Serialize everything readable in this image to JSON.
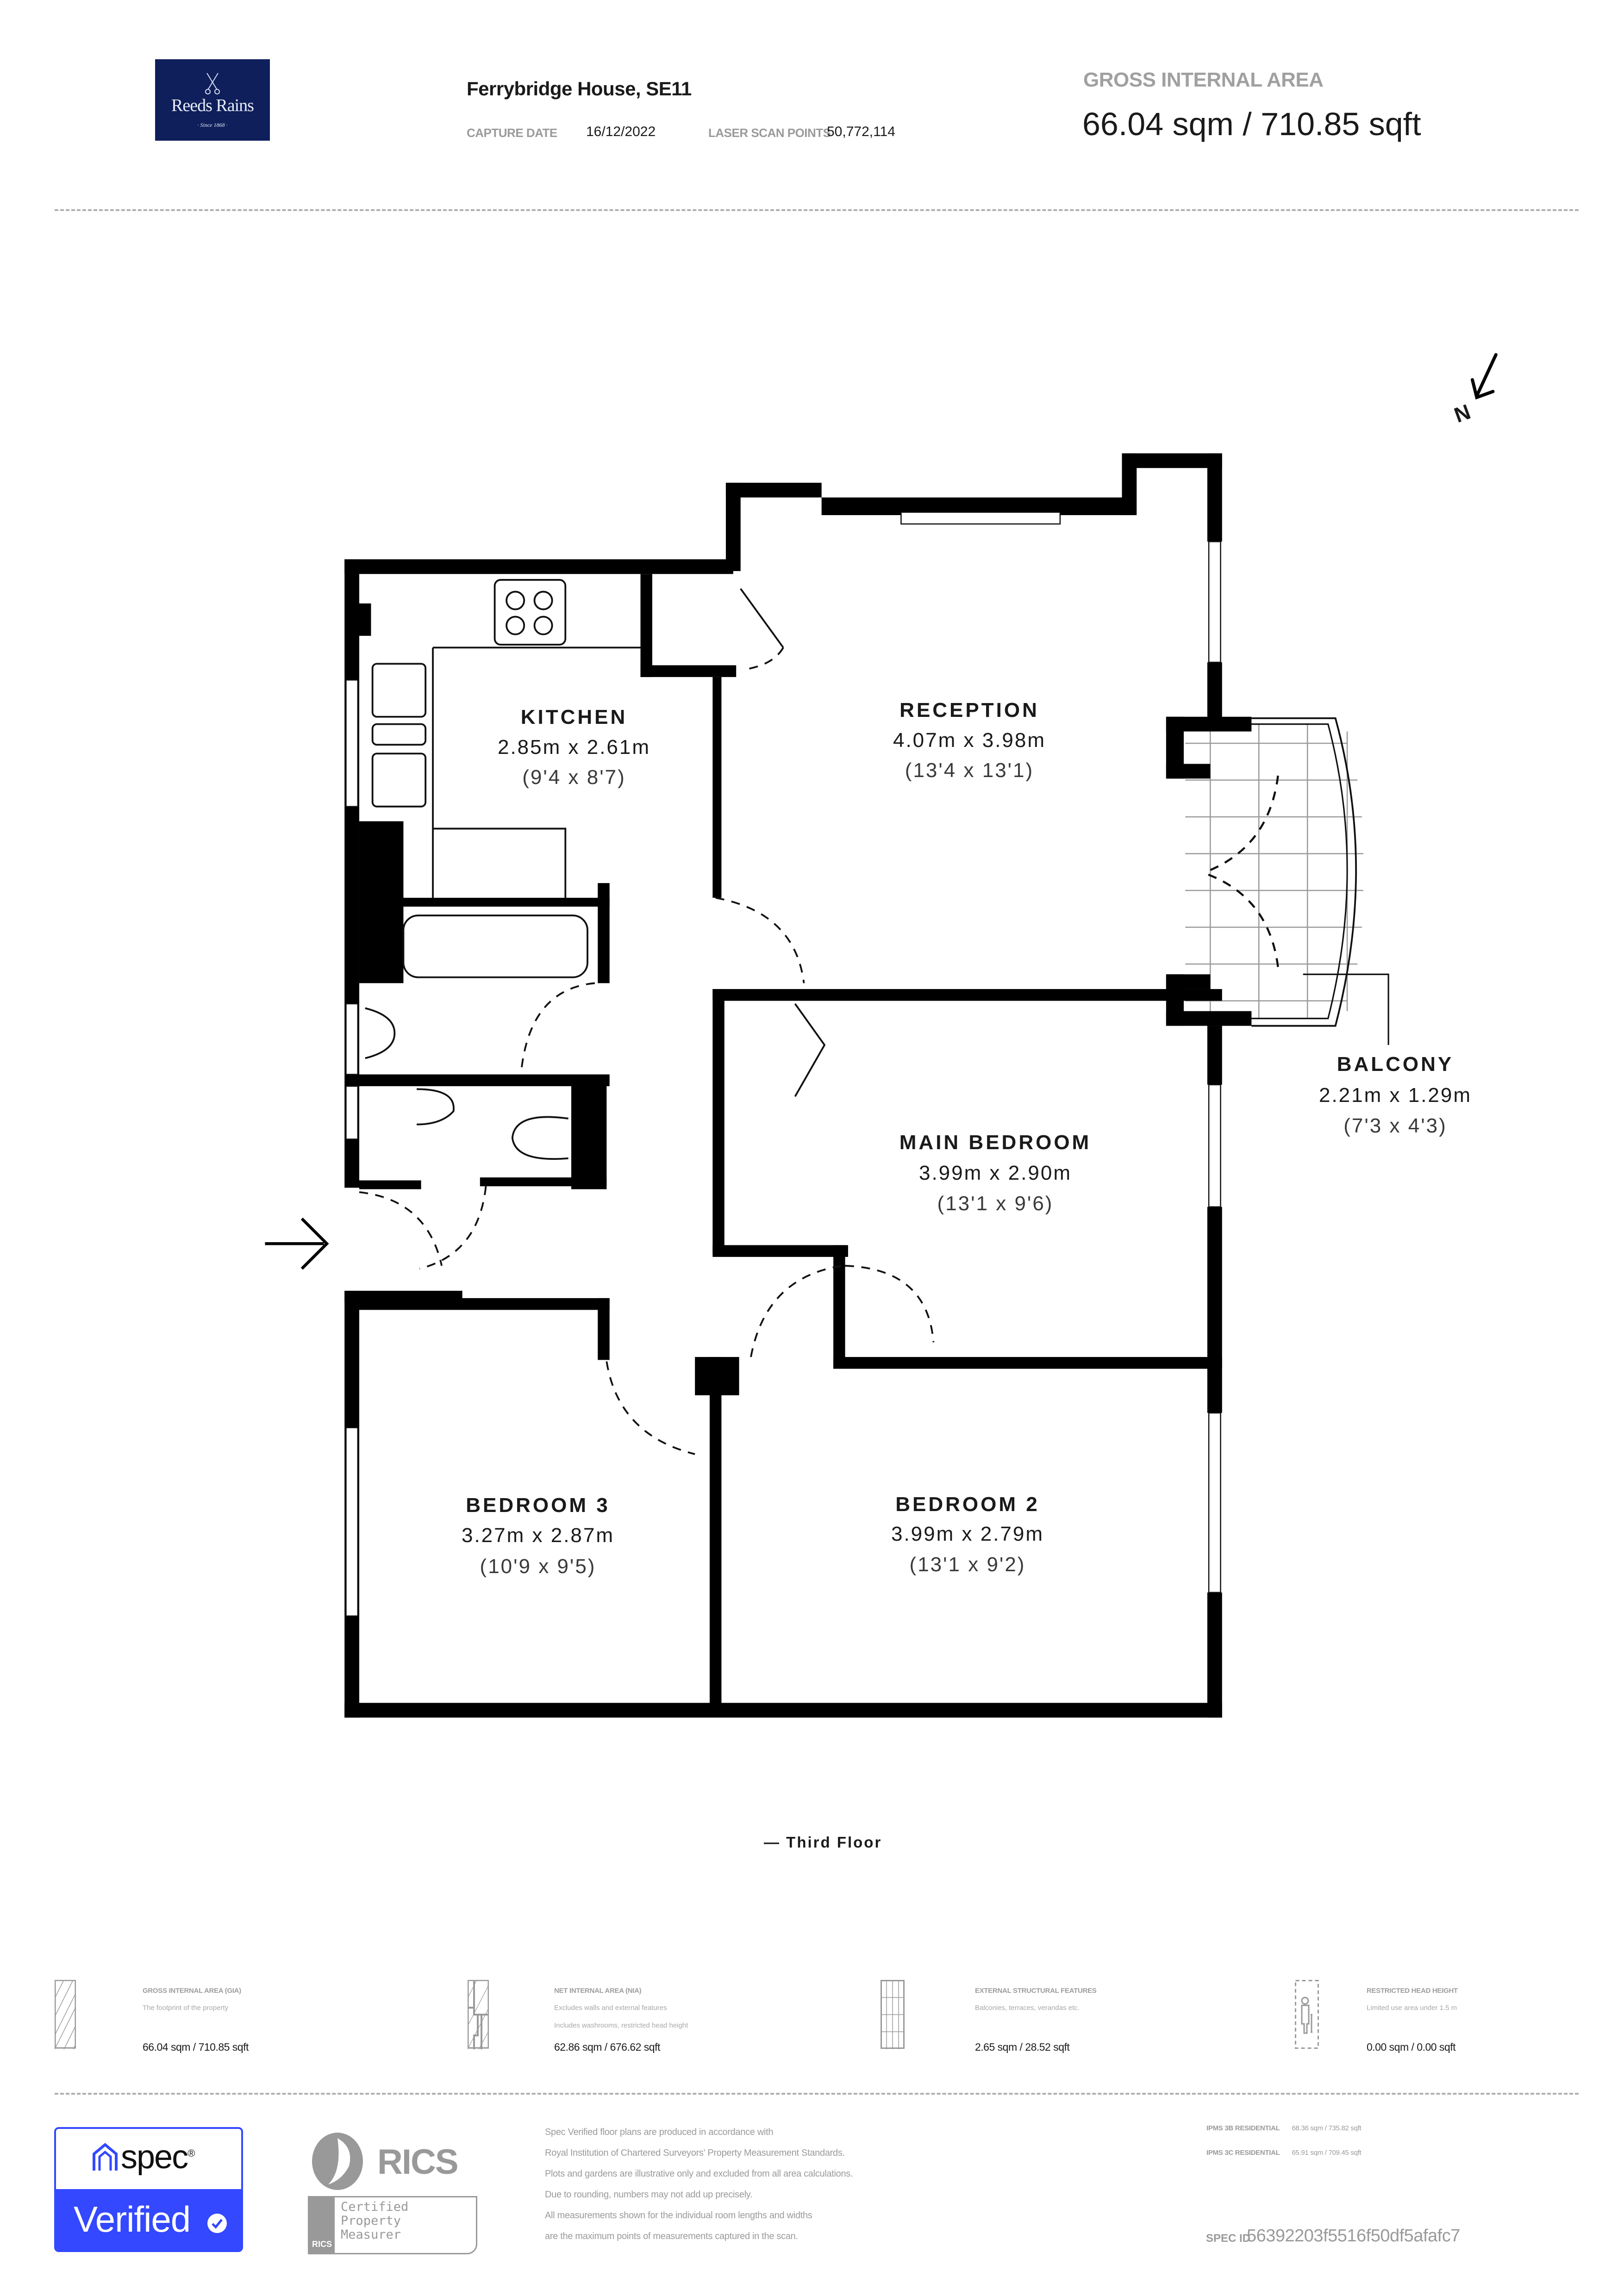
{
  "header": {
    "agent_logo": {
      "brand": "Reeds Rains",
      "tagline": "· Since 1868 ·",
      "icon": "crossed-keys-icon",
      "bg_color": "#0e1f5b"
    },
    "property_title": "Ferrybridge House, SE11",
    "capture_date_label": "CAPTURE DATE",
    "capture_date": "16/12/2022",
    "scan_points_label": "LASER SCAN POINTS",
    "scan_points": "50,772,114",
    "gia_label": "GROSS INTERNAL AREA",
    "gia_value": "66.04 sqm / 710.85 sqft"
  },
  "plan": {
    "compass_label": "N",
    "floor_label": "— Third Floor",
    "rooms": [
      {
        "name": "KITCHEN",
        "metric": "2.85m x 2.61m",
        "imperial": "(9'4 x 8'7)"
      },
      {
        "name": "RECEPTION",
        "metric": "4.07m x 3.98m",
        "imperial": "(13'4 x 13'1)"
      },
      {
        "name": "BALCONY",
        "metric": "2.21m x 1.29m",
        "imperial": "(7'3 x 4'3)"
      },
      {
        "name": "MAIN BEDROOM",
        "metric": "3.99m x 2.90m",
        "imperial": "(13'1 x 9'6)"
      },
      {
        "name": "BEDROOM 3",
        "metric": "3.27m x 2.87m",
        "imperial": "(10'9 x 9'5)"
      },
      {
        "name": "BEDROOM 2",
        "metric": "3.99m x 2.79m",
        "imperial": "(13'1 x 9'2)"
      }
    ]
  },
  "legend": [
    {
      "title": "GROSS INTERNAL AREA (GIA)",
      "desc1": "The footprint of the property",
      "desc2": "",
      "value": "66.04 sqm / 710.85 sqft",
      "icon": "hatched-area-icon"
    },
    {
      "title": "NET INTERNAL AREA (NIA)",
      "desc1": "Excludes walls and external features",
      "desc2": "Includes washrooms, restricted head height",
      "value": "62.86 sqm / 676.62 sqft",
      "icon": "net-area-icon"
    },
    {
      "title": "EXTERNAL STRUCTURAL FEATURES",
      "desc1": "Balconies, terraces, verandas etc.",
      "desc2": "",
      "value": "2.65 sqm / 28.52 sqft",
      "icon": "grid-area-icon"
    },
    {
      "title": "RESTRICTED HEAD HEIGHT",
      "desc1": "Limited use area under 1.5 m",
      "desc2": "",
      "value": "0.00 sqm / 0.00 sqft",
      "icon": "person-height-icon"
    }
  ],
  "footer": {
    "spec_badge": {
      "word": "spec",
      "reg": "®",
      "verified": "Verified",
      "color": "#3348ff"
    },
    "rics": {
      "word": "RICS",
      "small": "RICS",
      "cert_lines": [
        "Certified",
        "Property",
        "Measurer"
      ]
    },
    "disclaimer": [
      "Spec Verified floor plans are produced in accordance with",
      "Royal Institution of Chartered Surveyors' Property Measurement Standards.",
      "Plots and gardens are illustrative only and excluded from all area calculations.",
      "Due to rounding, numbers may not add up precisely.",
      "All measurements shown for the individual room lengths and widths",
      "are the maximum points of measurements captured in the scan."
    ],
    "ipms": [
      {
        "label": "IPMS 3B RESIDENTIAL",
        "value": "68.36 sqm / 735.82 sqft"
      },
      {
        "label": "IPMS 3C RESIDENTIAL",
        "value": "65.91 sqm / 709.45 sqft"
      }
    ],
    "spec_id_label": "SPEC ID",
    "spec_id": "56392203f5516f50df5afafc7"
  }
}
